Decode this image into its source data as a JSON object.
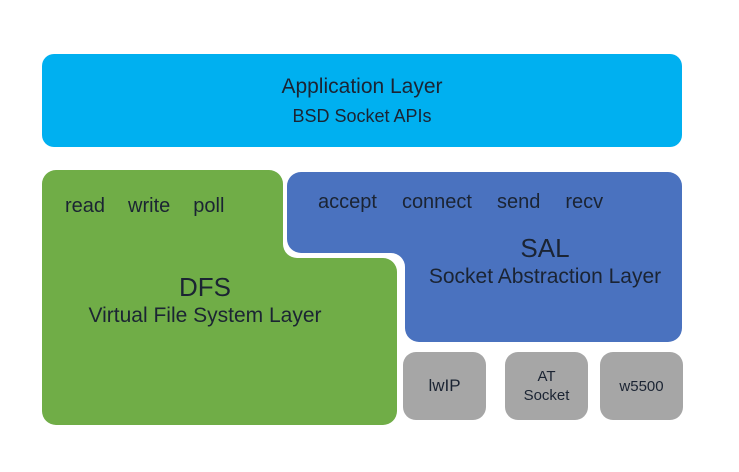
{
  "colors": {
    "application_box": "#00B0F0",
    "dfs_box": "#70AD47",
    "sal_box": "#4A72BF",
    "backend_box": "#A6A6A6",
    "text": "#1b2433"
  },
  "application_layer": {
    "title": "Application Layer",
    "subtitle": "BSD Socket APIs"
  },
  "dfs_layer": {
    "ops": [
      "read",
      "write",
      "poll"
    ],
    "abbr": "DFS",
    "name": "Virtual File System Layer"
  },
  "sal_layer": {
    "ops": [
      "accept",
      "connect",
      "send",
      "recv"
    ],
    "abbr": "SAL",
    "name": "Socket Abstraction Layer"
  },
  "backends": {
    "items": [
      {
        "label_lines": [
          "lwIP"
        ]
      },
      {
        "label_lines": [
          "AT",
          "Socket"
        ]
      },
      {
        "label_lines": [
          "w5500"
        ]
      }
    ]
  }
}
